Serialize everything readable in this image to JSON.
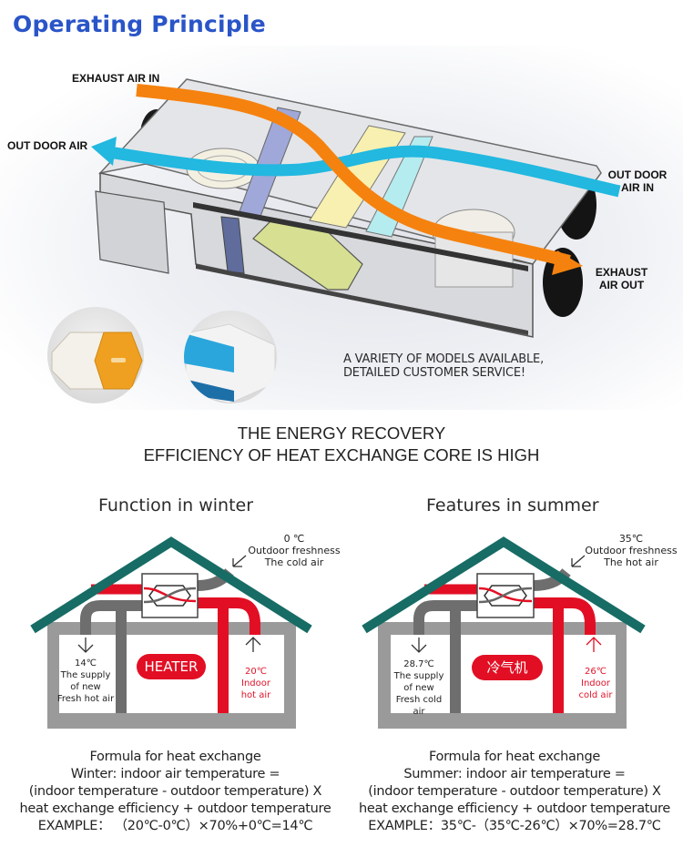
{
  "header": {
    "title": "Operating Principle"
  },
  "illustration": {
    "labels": {
      "exhaust_air_in": "EXHAUST AIR IN",
      "outdoor_air": "OUT DOOR AIR",
      "outdoor_air_in_line1": "OUT DOOR",
      "outdoor_air_in_line2": "AIR IN",
      "exhaust_air_out_line1": "EXHAUST",
      "exhaust_air_out_line2": "AIR OUT"
    },
    "flows": [
      {
        "name": "exhaust-air-flow",
        "color": "#f5820f",
        "direction": "left-to-right"
      },
      {
        "name": "outdoor-air-flow",
        "color": "#22b8e0",
        "direction": "right-to-left"
      }
    ],
    "core_thumbnails": [
      {
        "name": "paper-core",
        "face_color": "#f0a020"
      },
      {
        "name": "polymer-core",
        "face_color": "#2aa6dc"
      }
    ],
    "tagline_line1": "A VARIETY OF MODELS AVAILABLE,",
    "tagline_line2": "DETAILED CUSTOMER SERVICE!"
  },
  "headline": {
    "line1": "THE ENERGY RECOVERY",
    "line2": "EFFICIENCY OF HEAT EXCHANGE CORE IS HIGH"
  },
  "colors": {
    "title_blue": "#2a55c8",
    "roof_teal": "#176c65",
    "warm_red": "#e20f24",
    "duct_gray": "#6e6e6e",
    "wall_gray": "#9a9a9a"
  },
  "winter": {
    "title": "Function in winter",
    "outdoor_temp": "0 ℃",
    "outdoor_line1": "Outdoor freshness",
    "outdoor_line2": "The cold air",
    "supply_temp": "14℃",
    "supply_line1": "The supply",
    "supply_line2": "of new",
    "supply_line3": "Fresh hot air",
    "device": "HEATER",
    "indoor_temp": "20℃",
    "indoor_line1": "Indoor",
    "indoor_line2": "hot air",
    "formula_title": "Formula for heat exchange",
    "formula_line1": "Winter: indoor air temperature =",
    "formula_line2": "(indoor temperature - outdoor temperature) X",
    "formula_line3": "heat exchange efficiency + outdoor temperature",
    "example": "EXAMPLE： （20℃-0℃）×70%+0℃=14℃"
  },
  "summer": {
    "title": "Features in summer",
    "outdoor_temp": "35℃",
    "outdoor_line1": "Outdoor freshness",
    "outdoor_line2": "The hot air",
    "supply_temp": "28.7℃",
    "supply_line1": "The supply",
    "supply_line2": "of new",
    "supply_line3": "Fresh cold air",
    "device": "冷气机",
    "indoor_temp": "26℃",
    "indoor_line1": "Indoor",
    "indoor_line2": "cold air",
    "formula_title": "Formula for heat exchange",
    "formula_line1": "Summer: indoor air temperature =",
    "formula_line2": "(indoor temperature - outdoor temperature) X",
    "formula_line3": "heat exchange efficiency + outdoor temperature",
    "example": "EXAMPLE：35℃-（35℃-26℃）×70%=28.7℃"
  }
}
